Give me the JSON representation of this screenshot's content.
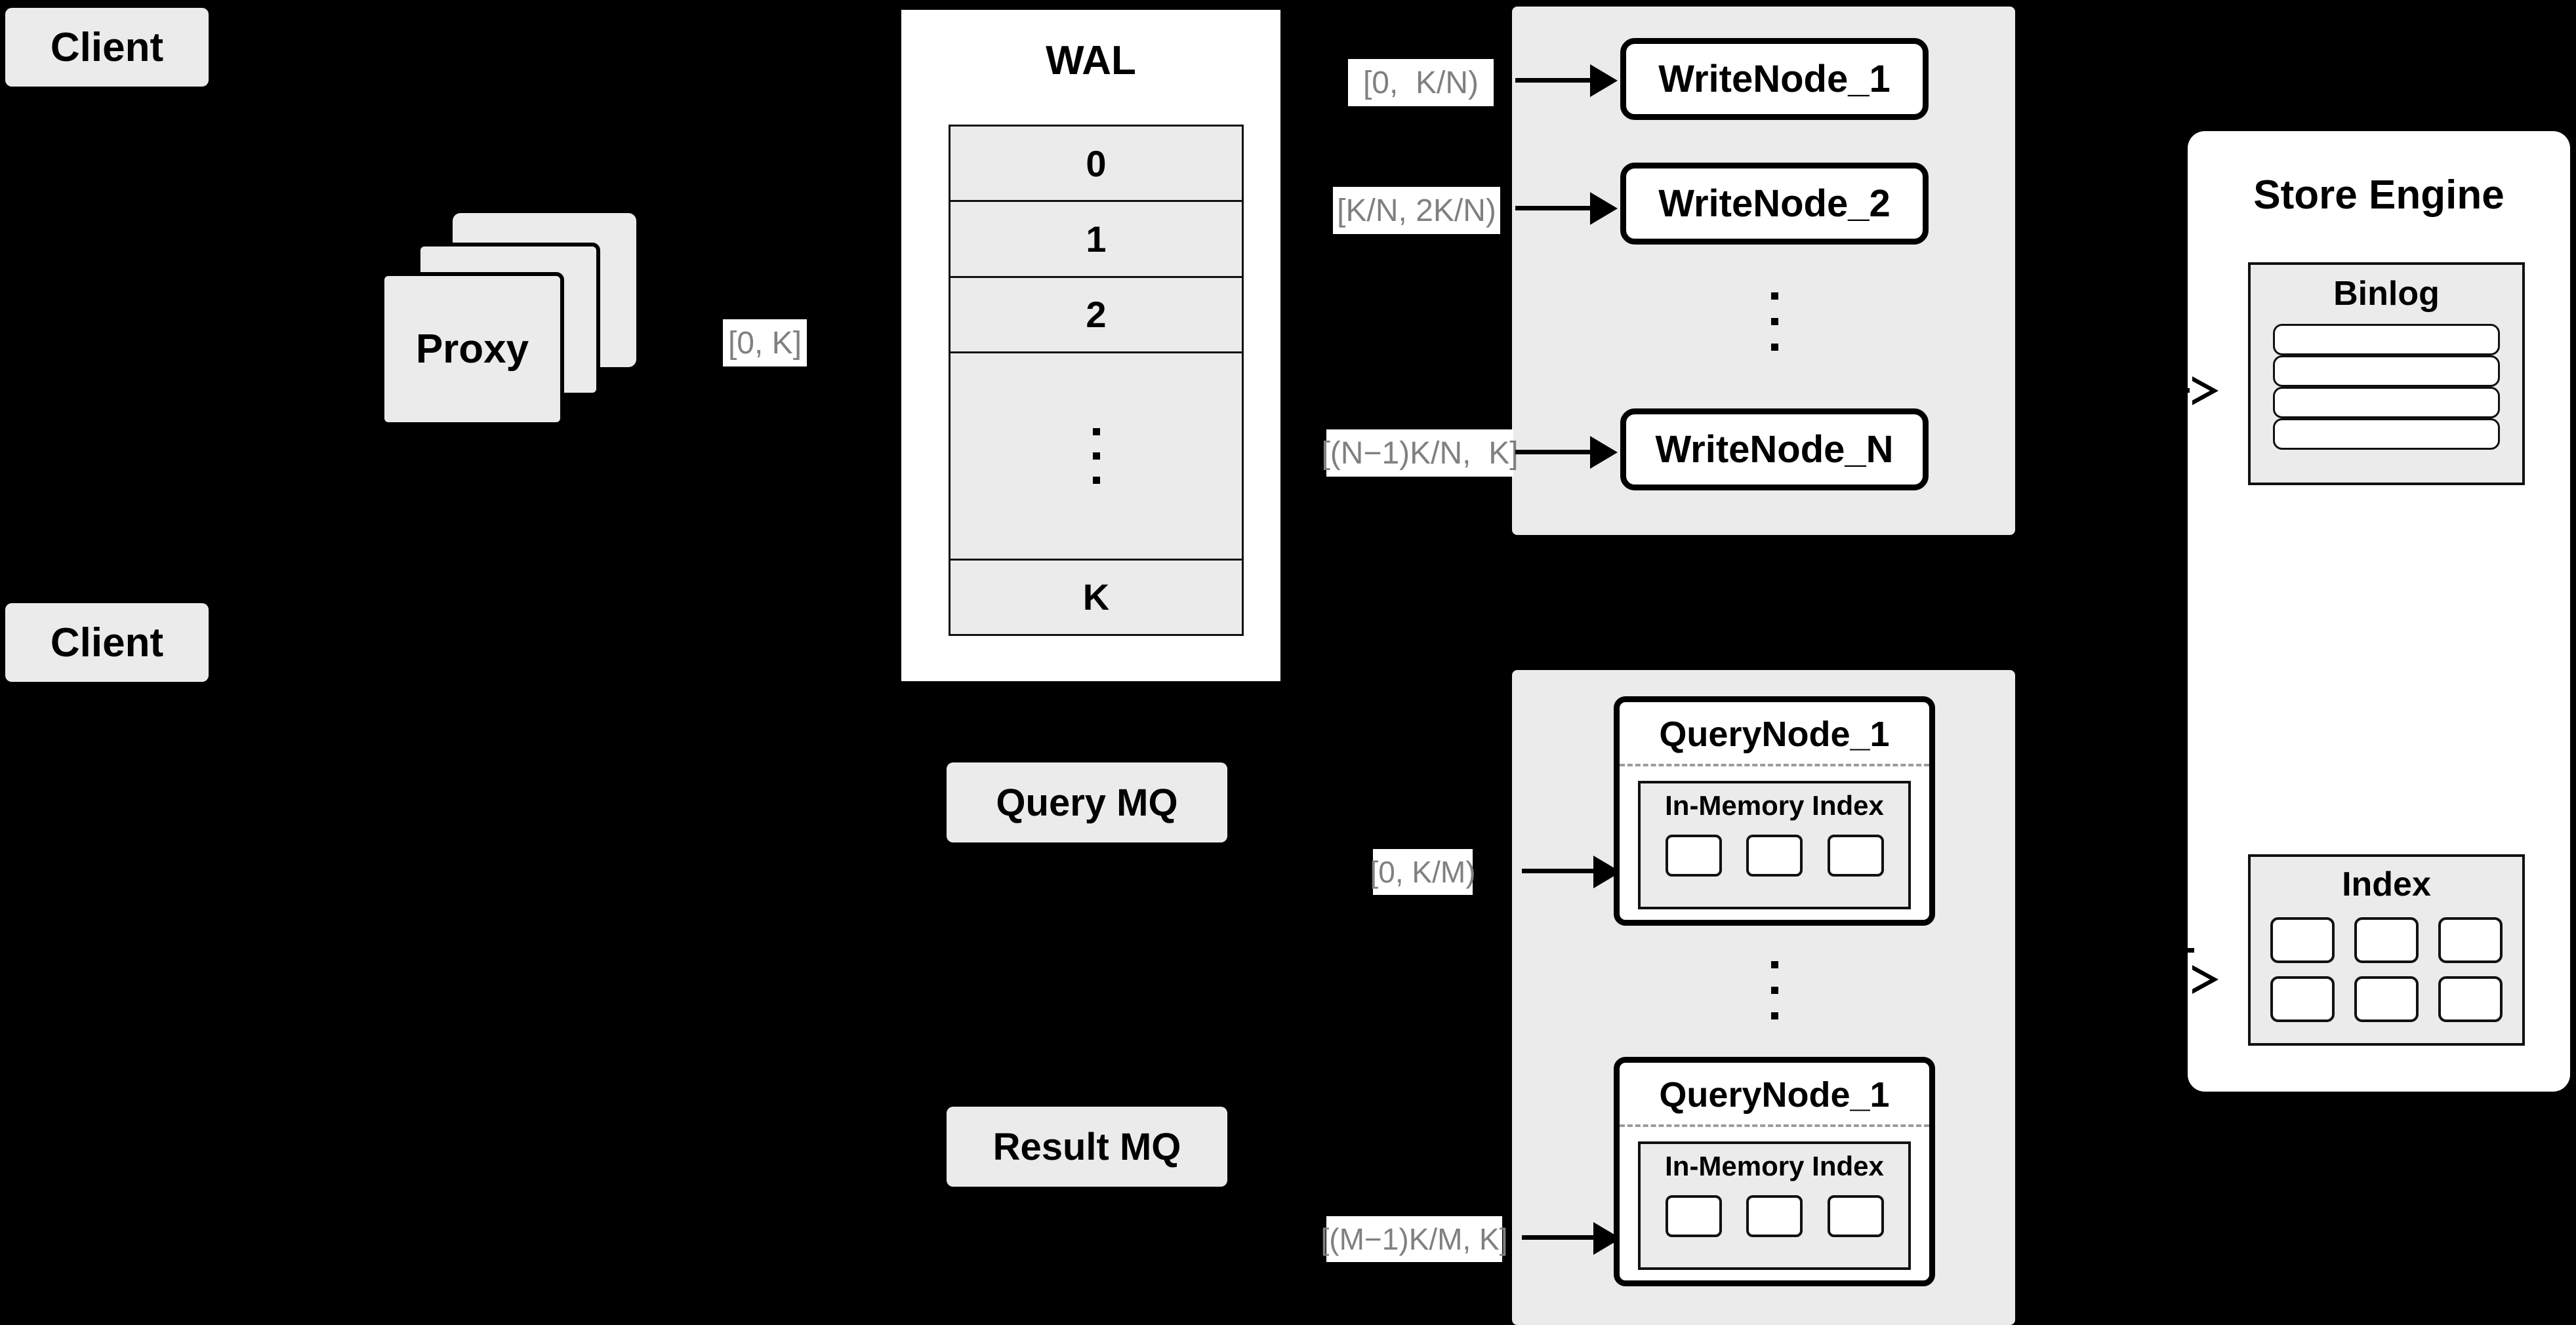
{
  "diagram": {
    "title": "Distributed write/query architecture",
    "background_color": "#000000",
    "node_fill": "#ebebeb",
    "panel_fill": "#ffffff",
    "label_text_color": "#808080"
  },
  "clients": [
    {
      "label": "Client"
    },
    {
      "label": "Client"
    }
  ],
  "proxy": {
    "label": "Proxy",
    "stack_count": 3
  },
  "proxy_edge_label": "[0, K]",
  "wal": {
    "title": "WAL",
    "rows": [
      "0",
      "1",
      "2",
      "K"
    ],
    "ellipsis_dots": 3
  },
  "write_cluster": {
    "nodes": [
      {
        "label": "WriteNode_1",
        "edge_label": "[0,  K/N)"
      },
      {
        "label": "WriteNode_2",
        "edge_label": "[K/N, 2K/N)"
      },
      {
        "label": "WriteNode_N",
        "edge_label": "[(N−1)K/N,  K]"
      }
    ],
    "ellipsis_dots": 3
  },
  "query_cluster": {
    "nodes": [
      {
        "label": "QueryNode_1",
        "index_label": "In-Memory Index",
        "index_cells": 3,
        "edge_label": "[0, K/M)"
      },
      {
        "label": "QueryNode_1",
        "index_label": "In-Memory Index",
        "index_cells": 3,
        "edge_label": "[(M−1)K/M, K]"
      }
    ],
    "ellipsis_dots": 3
  },
  "queues": [
    {
      "label": "Query MQ"
    },
    {
      "label": "Result MQ"
    }
  ],
  "store_engine": {
    "title": "Store Engine",
    "binlog": {
      "title": "Binlog",
      "bars": 4
    },
    "index": {
      "title": "Index",
      "rows": 2,
      "cols": 3
    }
  }
}
